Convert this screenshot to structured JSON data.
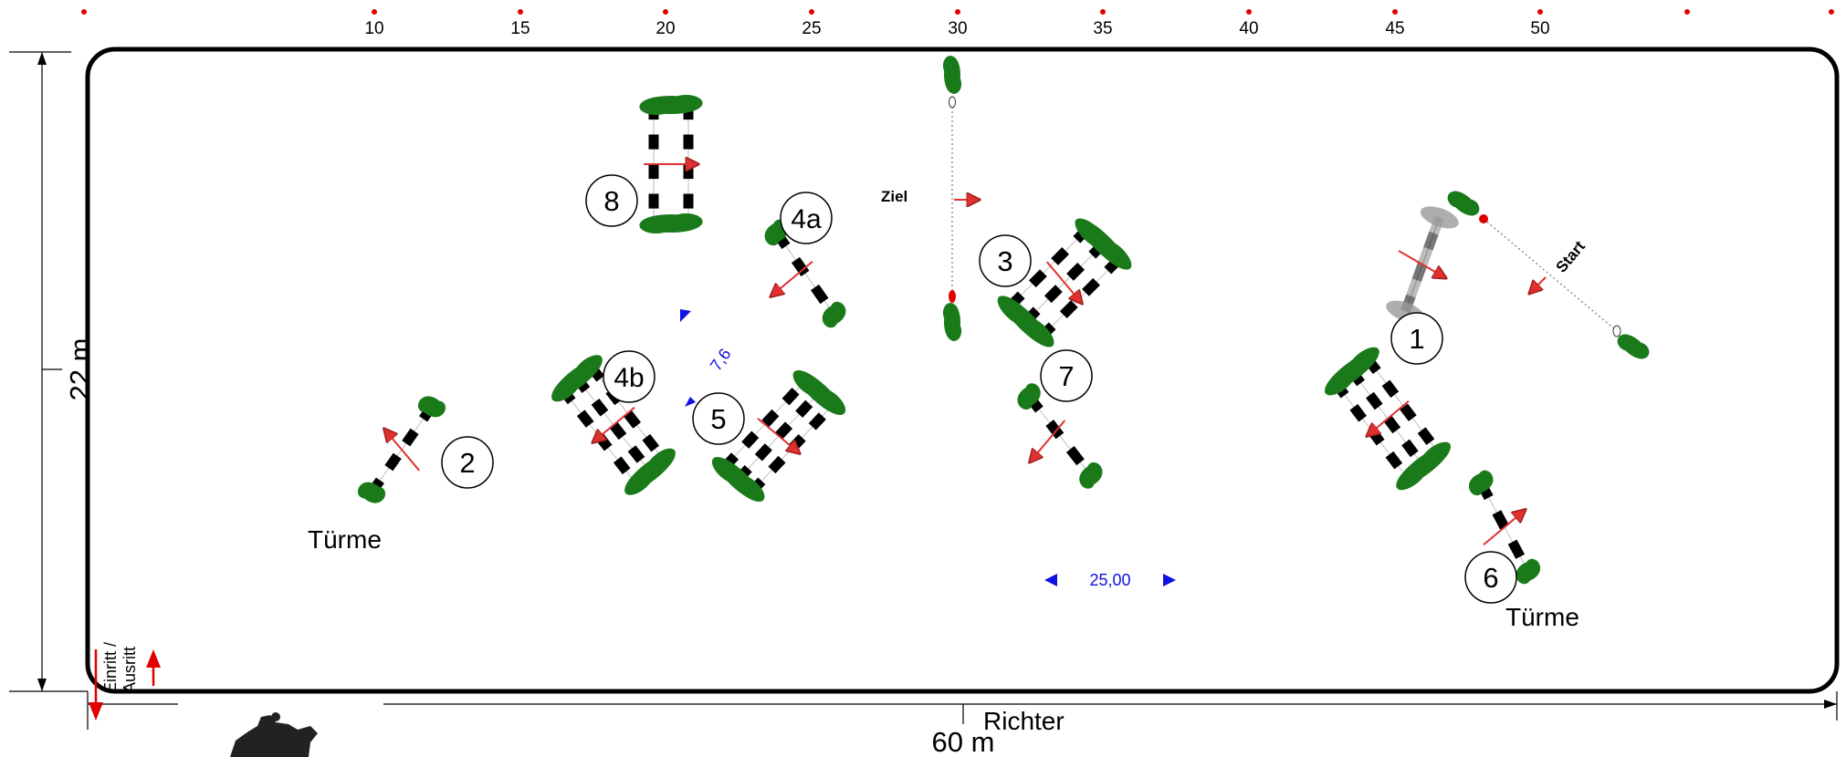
{
  "ruler": {
    "ticks": [
      "10",
      "15",
      "20",
      "25",
      "30",
      "35",
      "40",
      "45",
      "50"
    ]
  },
  "arena": {
    "width_label": "60 m",
    "height_label": "22 m",
    "judge_label": "Richter",
    "entrance_label_line1": "Einritt /",
    "entrance_label_line2": "Ausritt"
  },
  "course": {
    "start_label": "Start",
    "finish_label": "Ziel",
    "towers_left_label": "Türme",
    "towers_right_label": "Türme",
    "distance_1_label": "7,6",
    "distance_2_label": "25,00",
    "jump_numbers": [
      "1",
      "2",
      "3",
      "4a",
      "4b",
      "5",
      "6",
      "7",
      "8"
    ]
  },
  "colors": {
    "border": "#000000",
    "hedge": "#1a7a1a",
    "arrow": "#e03030",
    "tick": "#e00000",
    "measure": "#1010e0"
  }
}
